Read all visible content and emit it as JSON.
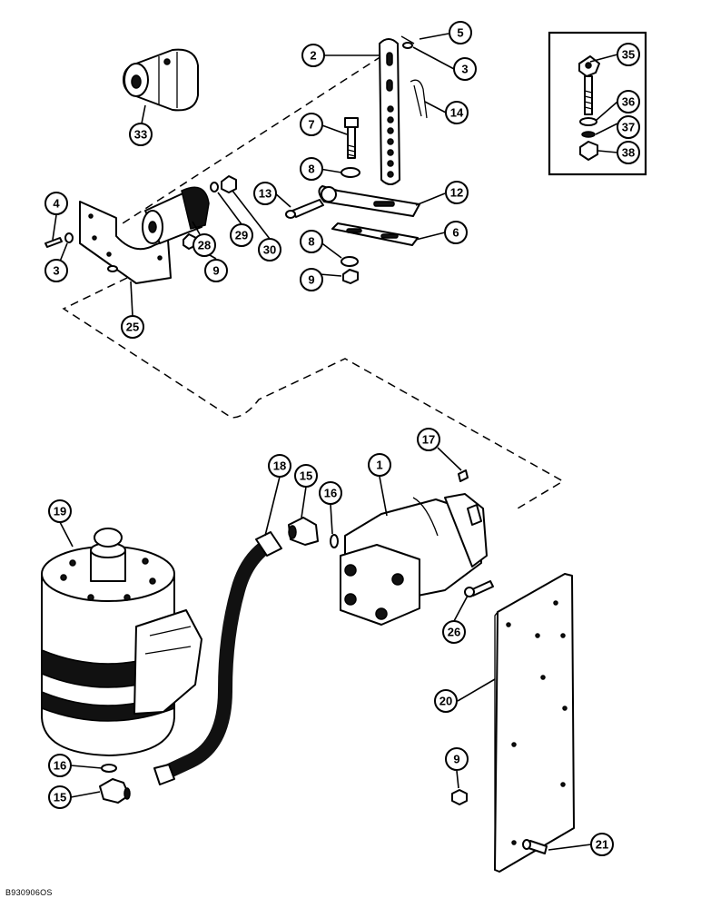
{
  "figure_code": "B930906OS",
  "callouts": [
    {
      "id": "c1",
      "label": "1"
    },
    {
      "id": "c2",
      "label": "2"
    },
    {
      "id": "c3a",
      "label": "3"
    },
    {
      "id": "c3b",
      "label": "3"
    },
    {
      "id": "c4",
      "label": "4"
    },
    {
      "id": "c5",
      "label": "5"
    },
    {
      "id": "c6",
      "label": "6"
    },
    {
      "id": "c7",
      "label": "7"
    },
    {
      "id": "c8a",
      "label": "8"
    },
    {
      "id": "c8b",
      "label": "8"
    },
    {
      "id": "c9a",
      "label": "9"
    },
    {
      "id": "c9b",
      "label": "9"
    },
    {
      "id": "c9c",
      "label": "9"
    },
    {
      "id": "c12",
      "label": "12"
    },
    {
      "id": "c13",
      "label": "13"
    },
    {
      "id": "c14",
      "label": "14"
    },
    {
      "id": "c15a",
      "label": "15"
    },
    {
      "id": "c15b",
      "label": "15"
    },
    {
      "id": "c16a",
      "label": "16"
    },
    {
      "id": "c16b",
      "label": "16"
    },
    {
      "id": "c17",
      "label": "17"
    },
    {
      "id": "c18",
      "label": "18"
    },
    {
      "id": "c19",
      "label": "19"
    },
    {
      "id": "c20",
      "label": "20"
    },
    {
      "id": "c21",
      "label": "21"
    },
    {
      "id": "c25",
      "label": "25"
    },
    {
      "id": "c26",
      "label": "26"
    },
    {
      "id": "c28",
      "label": "28"
    },
    {
      "id": "c29",
      "label": "29"
    },
    {
      "id": "c30",
      "label": "30"
    },
    {
      "id": "c33",
      "label": "33"
    },
    {
      "id": "c35",
      "label": "35"
    },
    {
      "id": "c36",
      "label": "36"
    },
    {
      "id": "c37",
      "label": "37"
    },
    {
      "id": "c38",
      "label": "38"
    }
  ]
}
